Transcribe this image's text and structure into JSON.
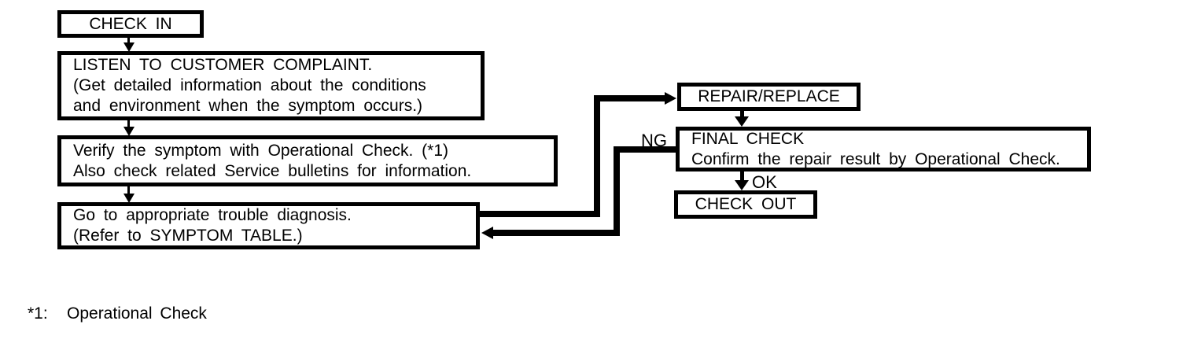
{
  "diagram": {
    "boxes": {
      "check_in": {
        "label": "CHECK IN"
      },
      "listen": {
        "lines": [
          "LISTEN TO CUSTOMER COMPLAINT.",
          "(Get detailed information about the conditions",
          "and environment when the symptom occurs.)"
        ]
      },
      "verify": {
        "lines": [
          "Verify the symptom with Operational Check. (*1)",
          "Also check related Service bulletins for information."
        ]
      },
      "goto_diagnosis": {
        "lines": [
          "Go to appropriate trouble diagnosis.",
          "(Refer to SYMPTOM TABLE.)"
        ]
      },
      "repair": {
        "label": "REPAIR/REPLACE"
      },
      "final_check": {
        "lines": [
          "FINAL CHECK",
          "Confirm the repair result by Operational Check."
        ]
      },
      "check_out": {
        "label": "CHECK OUT"
      }
    },
    "edge_labels": {
      "ng": "NG",
      "ok": "OK"
    },
    "footnote": {
      "marker": "*1:",
      "text": "Operational Check"
    },
    "colors": {
      "ink": "#000000",
      "background": "#ffffff"
    }
  }
}
